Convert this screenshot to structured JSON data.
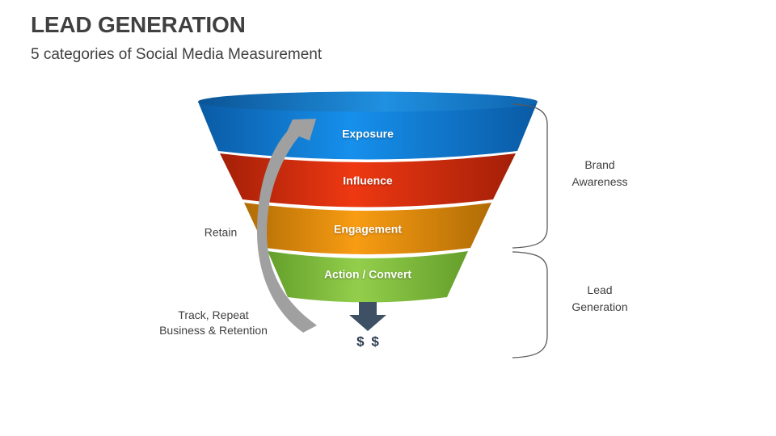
{
  "slide": {
    "title": "LEAD GENERATION",
    "subtitle": "5 categories of Social Media Measurement"
  },
  "funnel": {
    "layers": [
      {
        "label": "Exposure",
        "center_color": "#1690ec",
        "edge_color": "#0a5aa4"
      },
      {
        "label": "Influence",
        "center_color": "#ee3812",
        "edge_color": "#a31f08"
      },
      {
        "label": "Engagement",
        "center_color": "#f89c13",
        "edge_color": "#b06c05"
      },
      {
        "label": "Action / Convert",
        "center_color": "#93ce4b",
        "edge_color": "#649f2b"
      }
    ],
    "top_ellipse": {
      "edge_color": "#0b5496",
      "highlight_color": "#2090e0",
      "right_color": "#0e64ae"
    }
  },
  "annotations": {
    "retain_label": "Retain",
    "track_lines": [
      "Track, Repeat",
      "Business & Retention"
    ],
    "dollar_text": "$ $"
  },
  "brackets": [
    {
      "lines": [
        "Brand",
        "Awareness"
      ]
    },
    {
      "lines": [
        "Lead",
        "Generation"
      ]
    }
  ],
  "colors": {
    "text": "#404040",
    "bracket": "#595959",
    "swoosh_arrow": "#a0a0a0",
    "down_arrow": "#3d5064",
    "dollar": "#2d3e50",
    "layer_label_text": "#ffffff"
  }
}
